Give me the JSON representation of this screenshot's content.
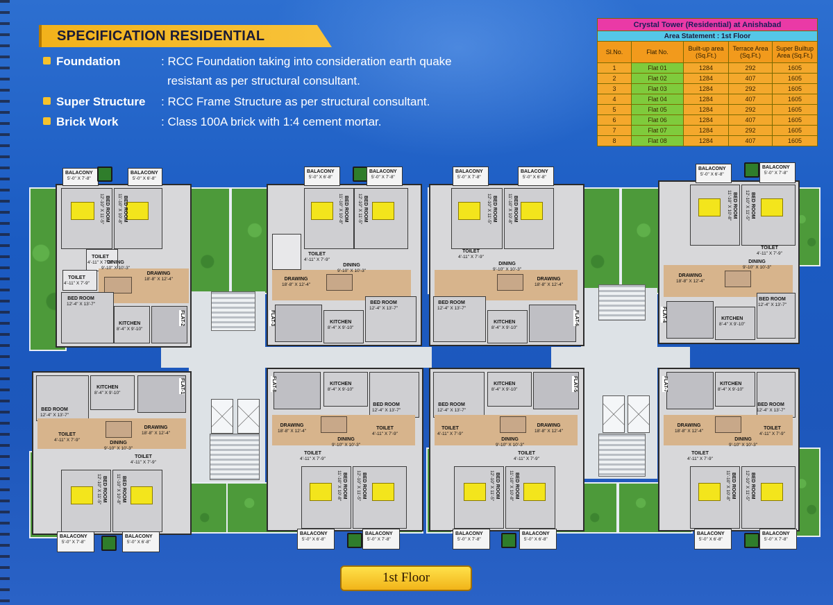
{
  "spec": {
    "title": "SPECIFICATION RESIDENTIAL",
    "items": [
      {
        "label": "Foundation",
        "text": ": RCC Foundation taking into consideration earth quake",
        "text2": "resistant as per structural consultant."
      },
      {
        "label": "Super Structure",
        "text": ": RCC Frame Structure as per structural consultant."
      },
      {
        "label": "Brick Work",
        "text": ": Class 100A brick with 1:4 cement mortar."
      }
    ]
  },
  "area_table": {
    "title": "Crystal Tower (Residential) at Anishabad",
    "subtitle": "Area Statement : 1st Floor",
    "headers": [
      "Sl.No.",
      "Flat No.",
      "Built-up area (Sq.Ft.)",
      "Terrace Area (Sq.Ft.)",
      "Super Builtup Area (Sq.Ft.)"
    ],
    "rows": [
      [
        "1",
        "Flat 01",
        "1284",
        "292",
        "1605"
      ],
      [
        "2",
        "Flat 02",
        "1284",
        "407",
        "1605"
      ],
      [
        "3",
        "Flat 03",
        "1284",
        "292",
        "1605"
      ],
      [
        "4",
        "Flat 04",
        "1284",
        "407",
        "1605"
      ],
      [
        "5",
        "Flat 05",
        "1284",
        "292",
        "1605"
      ],
      [
        "6",
        "Flat 06",
        "1284",
        "407",
        "1605"
      ],
      [
        "7",
        "Flat 07",
        "1284",
        "292",
        "1605"
      ],
      [
        "8",
        "Flat 08",
        "1284",
        "407",
        "1605"
      ]
    ]
  },
  "plan": {
    "rooms": {
      "balcony": "BALACONY",
      "balcony_dim_a": "5'-0\" X 7'-8\"",
      "balcony_dim_b": "5'-0\" X 6'-8\"",
      "bedroom": "BED ROOM",
      "bed_dim_a": "12'-10\" X 11'-5\"",
      "bed_dim_b": "11'-10\" X 10'-8\"",
      "bed_dim_c": "12'-4\" X 13'-7\"",
      "toilet": "TOILET",
      "toilet_dim": "4'-11\" X 7'-9\"",
      "dining": "DINING",
      "dining_dim": "9'-10\" X 10'-3\"",
      "drawing": "DRAWING",
      "drawing_dim": "18'-8\" X 12'-4\"",
      "kitchen": "KITCHEN",
      "kitchen_dim": "8'-4\" X 9'-10\""
    },
    "flat_tags": [
      "FLAT-2",
      "FLAT-3",
      "FLAT-6",
      "FLAT-4",
      "FLAT-1",
      "FLAT-8",
      "FLAT-5",
      "FLAT-7"
    ]
  },
  "floor_label": "1st Floor"
}
